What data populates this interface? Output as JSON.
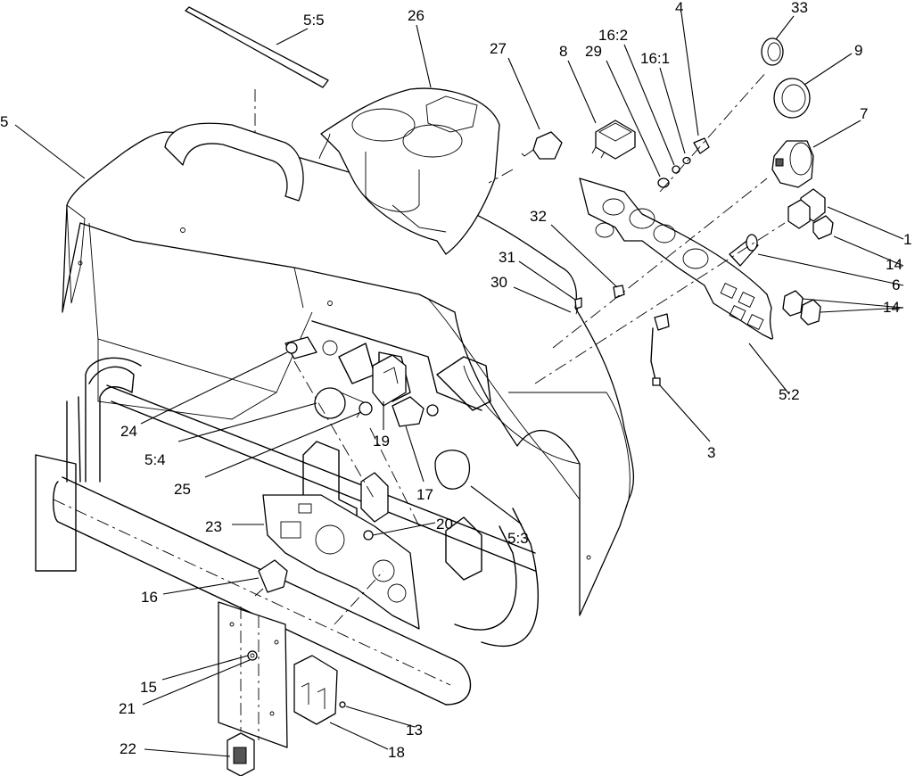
{
  "callouts": [
    {
      "id": "c-5-5",
      "text": "5:5"
    },
    {
      "id": "c-26",
      "text": "26"
    },
    {
      "id": "c-27",
      "text": "27"
    },
    {
      "id": "c-8",
      "text": "8"
    },
    {
      "id": "c-29",
      "text": "29"
    },
    {
      "id": "c-16-2",
      "text": "16:2"
    },
    {
      "id": "c-4",
      "text": "4"
    },
    {
      "id": "c-16-1",
      "text": "16:1"
    },
    {
      "id": "c-33",
      "text": "33"
    },
    {
      "id": "c-9",
      "text": "9"
    },
    {
      "id": "c-7",
      "text": "7"
    },
    {
      "id": "c-5",
      "text": "5"
    },
    {
      "id": "c-1",
      "text": "1"
    },
    {
      "id": "c-14a",
      "text": "14"
    },
    {
      "id": "c-32",
      "text": "32"
    },
    {
      "id": "c-6",
      "text": "6"
    },
    {
      "id": "c-31",
      "text": "31"
    },
    {
      "id": "c-30",
      "text": "30"
    },
    {
      "id": "c-14b",
      "text": "14"
    },
    {
      "id": "c-5-2",
      "text": "5:2"
    },
    {
      "id": "c-3",
      "text": "3"
    },
    {
      "id": "c-24",
      "text": "24"
    },
    {
      "id": "c-19",
      "text": "19"
    },
    {
      "id": "c-5-4",
      "text": "5:4"
    },
    {
      "id": "c-25",
      "text": "25"
    },
    {
      "id": "c-17",
      "text": "17"
    },
    {
      "id": "c-23",
      "text": "23"
    },
    {
      "id": "c-20",
      "text": "20"
    },
    {
      "id": "c-5-3",
      "text": "5:3"
    },
    {
      "id": "c-16",
      "text": "16"
    },
    {
      "id": "c-15",
      "text": "15"
    },
    {
      "id": "c-21",
      "text": "21"
    },
    {
      "id": "c-13",
      "text": "13"
    },
    {
      "id": "c-22",
      "text": "22"
    },
    {
      "id": "c-18",
      "text": "18"
    }
  ]
}
